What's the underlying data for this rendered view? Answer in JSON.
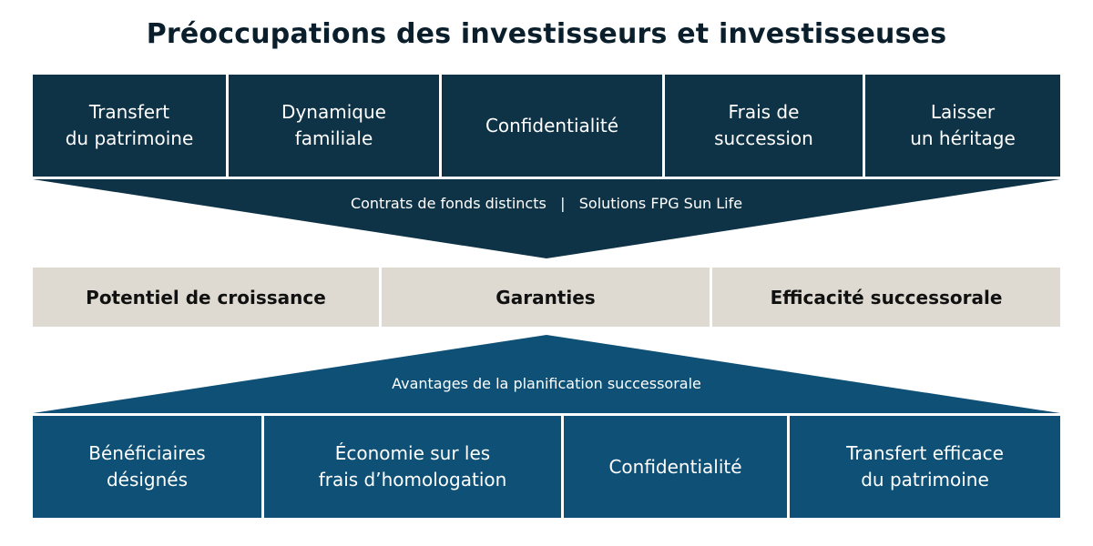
{
  "title": "Préoccupations des investisseurs et investisseuses",
  "colors": {
    "top_boxes": "#0f3346",
    "middle_boxes": "#dedad1",
    "bottom_boxes": "#0f5176"
  },
  "concerns": [
    "Transfert\ndu patrimoine",
    "Dynamique\nfamiliale",
    "Confidentialité",
    "Frais de\nsuccession",
    "Laisser\nun héritage"
  ],
  "funnel_label": "Contrats de fonds distincts   |   Solutions FPG Sun Life",
  "features": [
    "Potentiel de croissance",
    "Garanties",
    "Efficacité successorale"
  ],
  "advantages_label": "Avantages de la planification successorale",
  "advantages": [
    "Bénéficiaires\ndésignés",
    "Économie sur les\nfrais d’homologation",
    "Confidentialité",
    "Transfert efficace\ndu patrimoine"
  ]
}
